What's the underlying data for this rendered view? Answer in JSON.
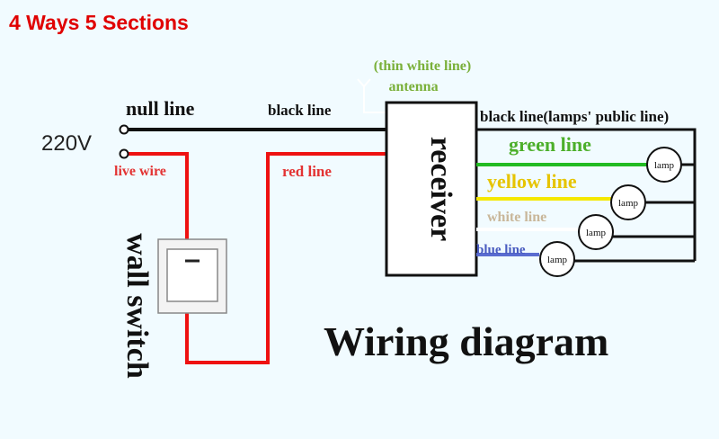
{
  "heading": "4 Ways 5 Sections",
  "diagram": {
    "antenna_label_1": "(thin white line)",
    "antenna_label_2": "antenna",
    "null_line": "null line",
    "voltage": "220V",
    "live_wire": "live wire",
    "black_line": "black line",
    "red_line": "red line",
    "receiver": "receiver",
    "public_line": "black line(lamps' public line)",
    "green_line": "green line",
    "yellow_line": "yellow line",
    "white_line": "white line",
    "blue_line": "blue line",
    "lamp": "lamp",
    "wall_switch": "wall switch",
    "title": "Wiring diagram"
  },
  "colors": {
    "heading": "#e00000",
    "background": "#f1fbff",
    "red_wire": "#ee1111",
    "black_wire": "#111111",
    "green_wire": "#22bb22",
    "green_text": "#4caf2a",
    "yellow_wire": "#f5e800",
    "yellow_text": "#e6c400",
    "white_text": "#c9b79a",
    "blue_text": "#4a5cc0",
    "live_text": "#e33333",
    "antenna_text": "#7ab03a"
  }
}
